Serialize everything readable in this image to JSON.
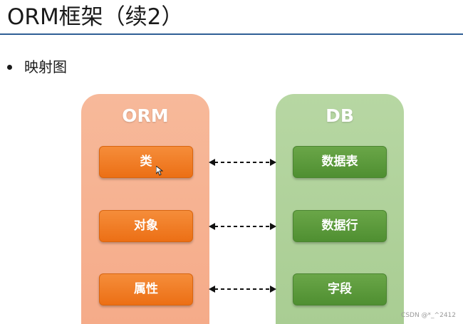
{
  "slide": {
    "title": "ORM框架（续2）",
    "bullet": "映射图"
  },
  "orm_panel": {
    "title": "ORM",
    "items": [
      "类",
      "对象",
      "属性"
    ]
  },
  "db_panel": {
    "title": "DB",
    "items": [
      "数据表",
      "数据行",
      "字段"
    ]
  },
  "watermark": "CSDN @*_^2412",
  "colors": {
    "orm_panel": "#f5ab89",
    "orm_box": "#ec6f15",
    "db_panel": "#a9cd93",
    "db_box": "#4f8f31",
    "title_rule": "#2f5f95"
  },
  "icons": {
    "arrows": "dashed-double-arrow-icon",
    "pointer": "mouse-cursor-icon"
  }
}
